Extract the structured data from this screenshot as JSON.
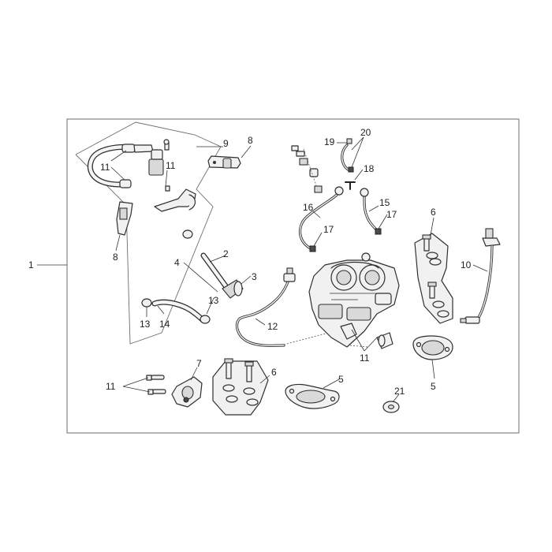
{
  "diagram": {
    "callouts": {
      "c1": "1",
      "c2": "2",
      "c3": "3",
      "c4": "4",
      "c5a": "5",
      "c5b": "5",
      "c6a": "6",
      "c6b": "6",
      "c7": "7",
      "c8a": "8",
      "c8b": "8",
      "c9": "9",
      "c10": "10",
      "c11a": "11",
      "c11b": "11",
      "c11c": "11",
      "c11d": "11",
      "c12": "12",
      "c13a": "13",
      "c13b": "13",
      "c14": "14",
      "c15": "15",
      "c16": "16",
      "c17a": "17",
      "c17b": "17",
      "c18": "18",
      "c19": "19",
      "c20": "20",
      "c21": "21"
    }
  }
}
